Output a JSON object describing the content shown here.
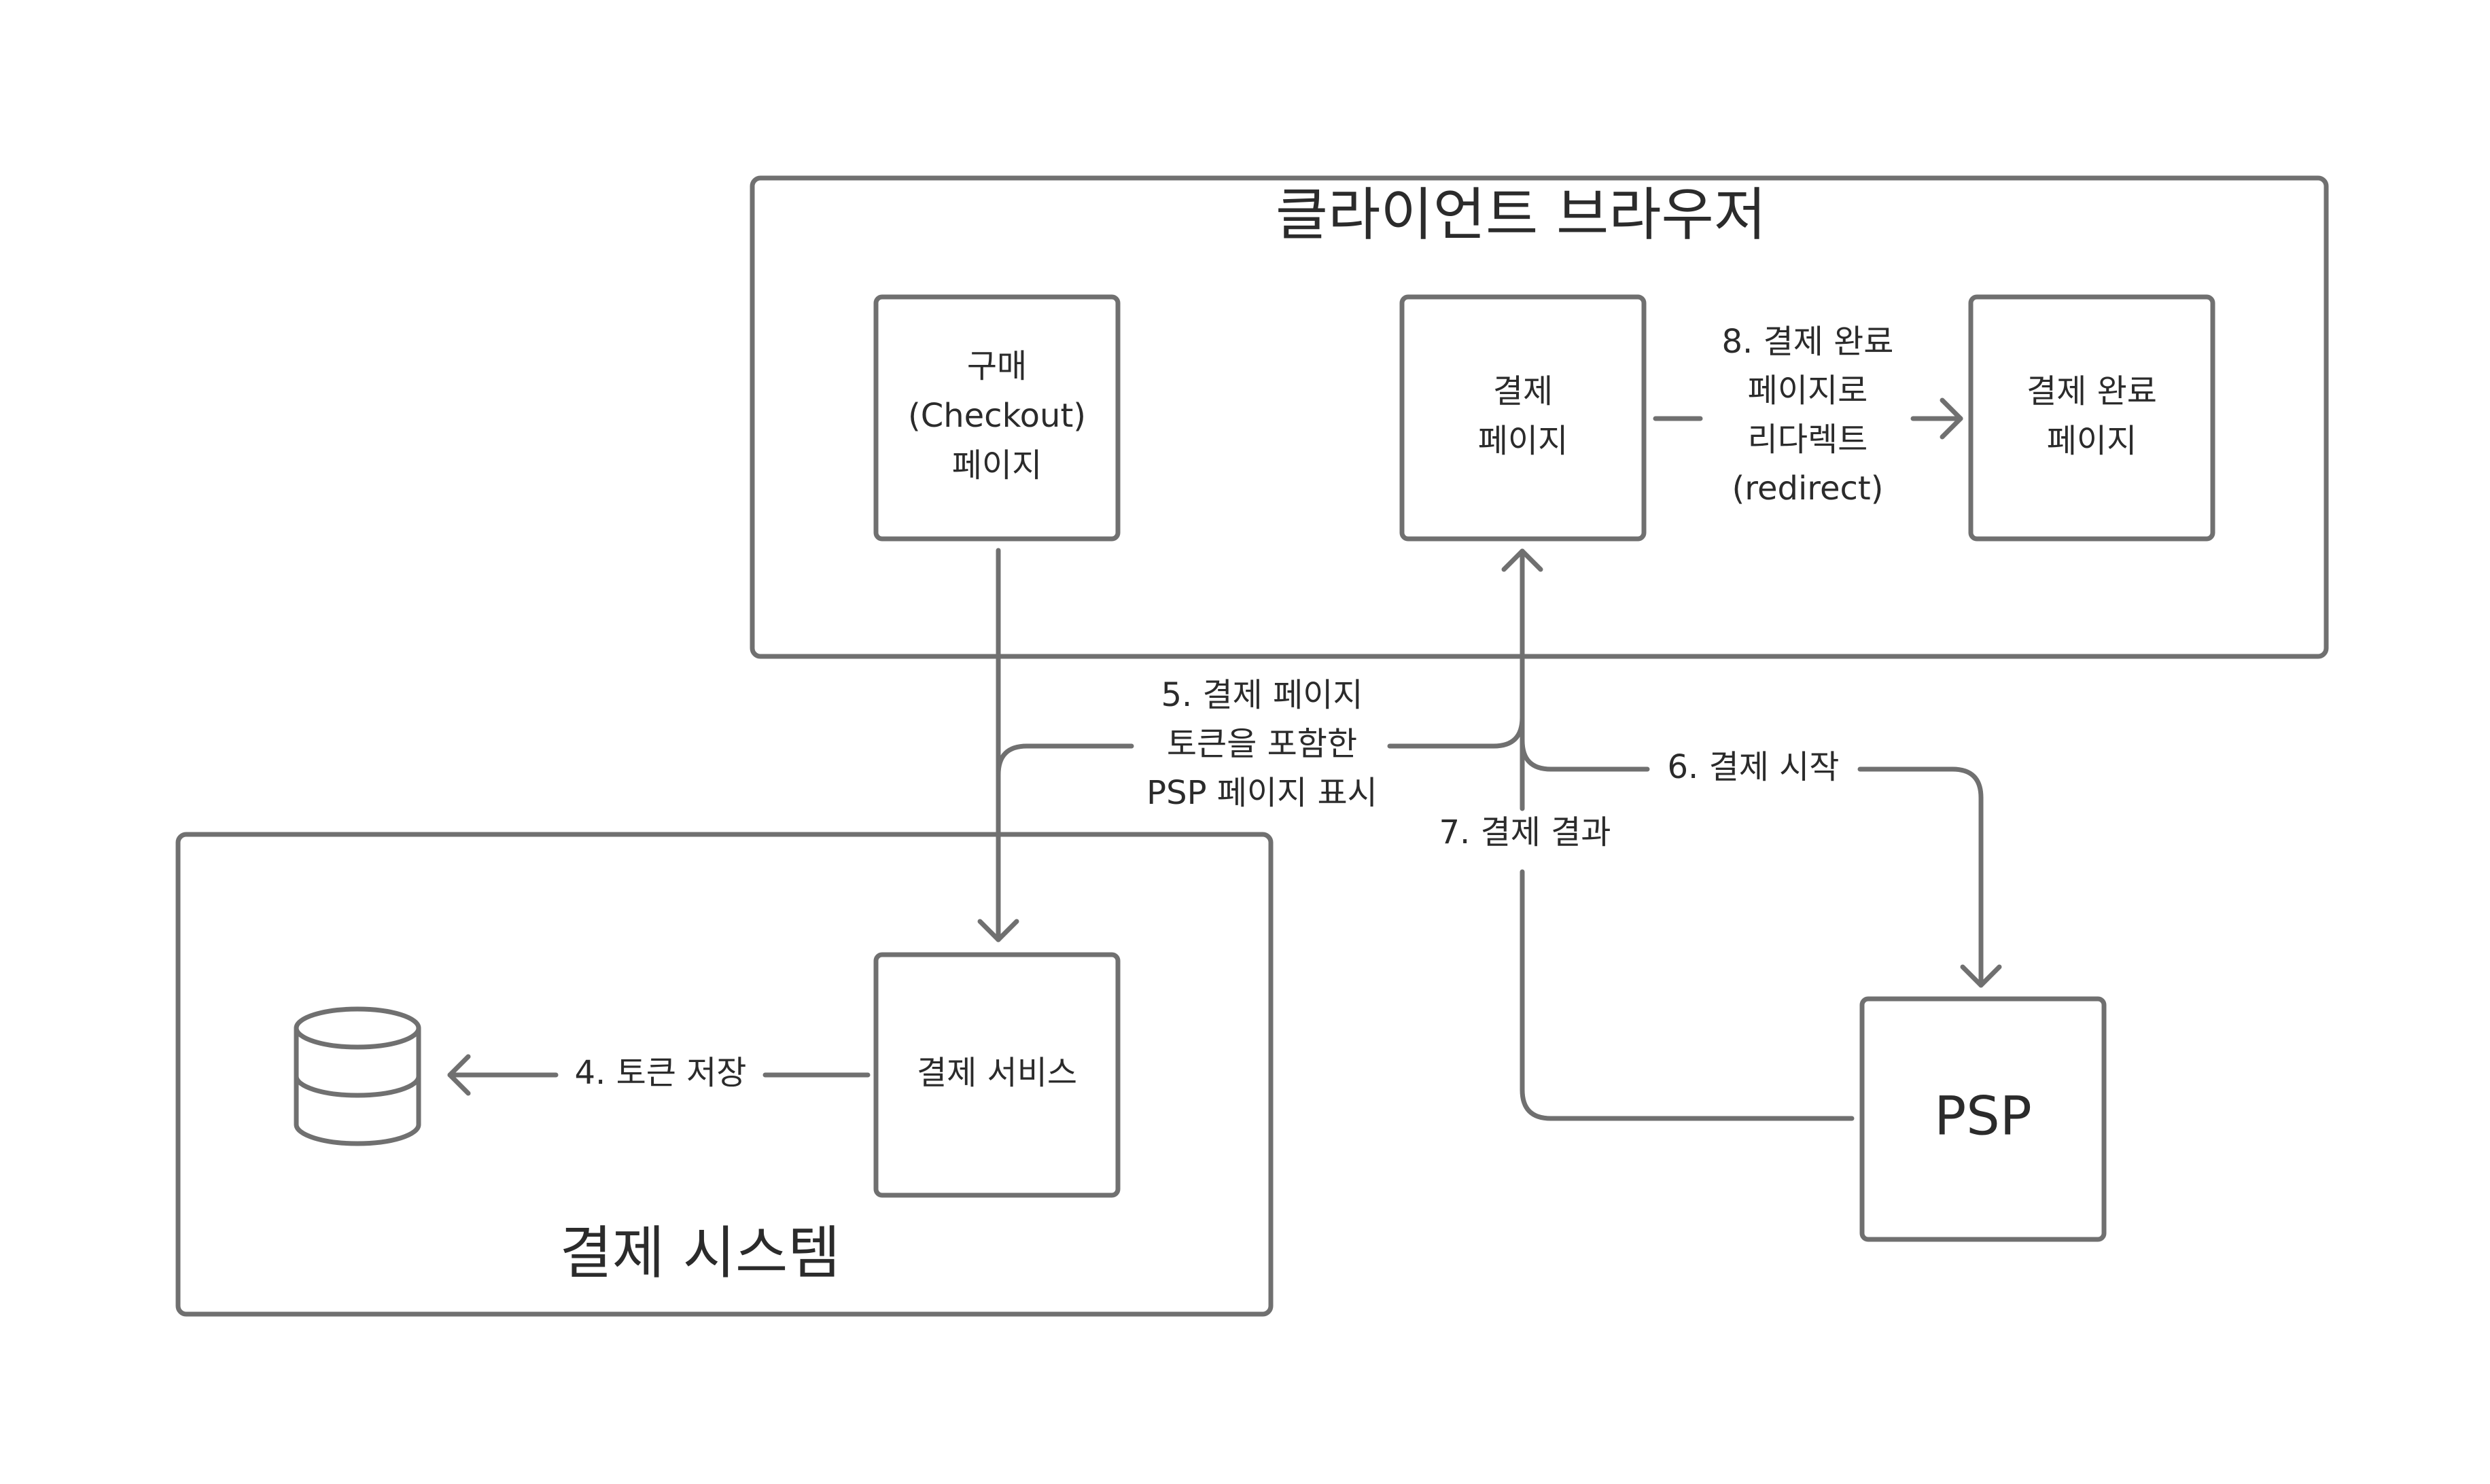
{
  "groups": {
    "client_browser": {
      "title": "클라이언트 브라우저"
    },
    "payment_system": {
      "title": "결제 시스템"
    }
  },
  "nodes": {
    "checkout_page": {
      "lines": [
        "구매",
        "(Checkout)",
        "페이지"
      ]
    },
    "payment_page": {
      "lines": [
        "결제",
        "페이지"
      ]
    },
    "payment_complete_page": {
      "lines": [
        "결제 완료",
        "페이지"
      ]
    },
    "payment_service": {
      "lines": [
        "결제 서비스"
      ]
    },
    "psp": {
      "lines": [
        "PSP"
      ]
    },
    "database": {
      "icon": "database-icon"
    }
  },
  "edges": {
    "step4": {
      "lines": [
        "4. 토큰 저장"
      ]
    },
    "step5": {
      "lines": [
        "5. 결제 페이지",
        "토큰을 포함한",
        "PSP 페이지 표시"
      ]
    },
    "step6": {
      "lines": [
        "6. 결제 시작"
      ]
    },
    "step7": {
      "lines": [
        "7. 결제 결과"
      ]
    },
    "step8": {
      "lines": [
        "8. 결제 완료",
        "페이지로",
        "리다렉트",
        "(redirect)"
      ]
    }
  },
  "colors": {
    "stroke": "#707070",
    "text": "#2b2b2b",
    "background": "#ffffff"
  }
}
